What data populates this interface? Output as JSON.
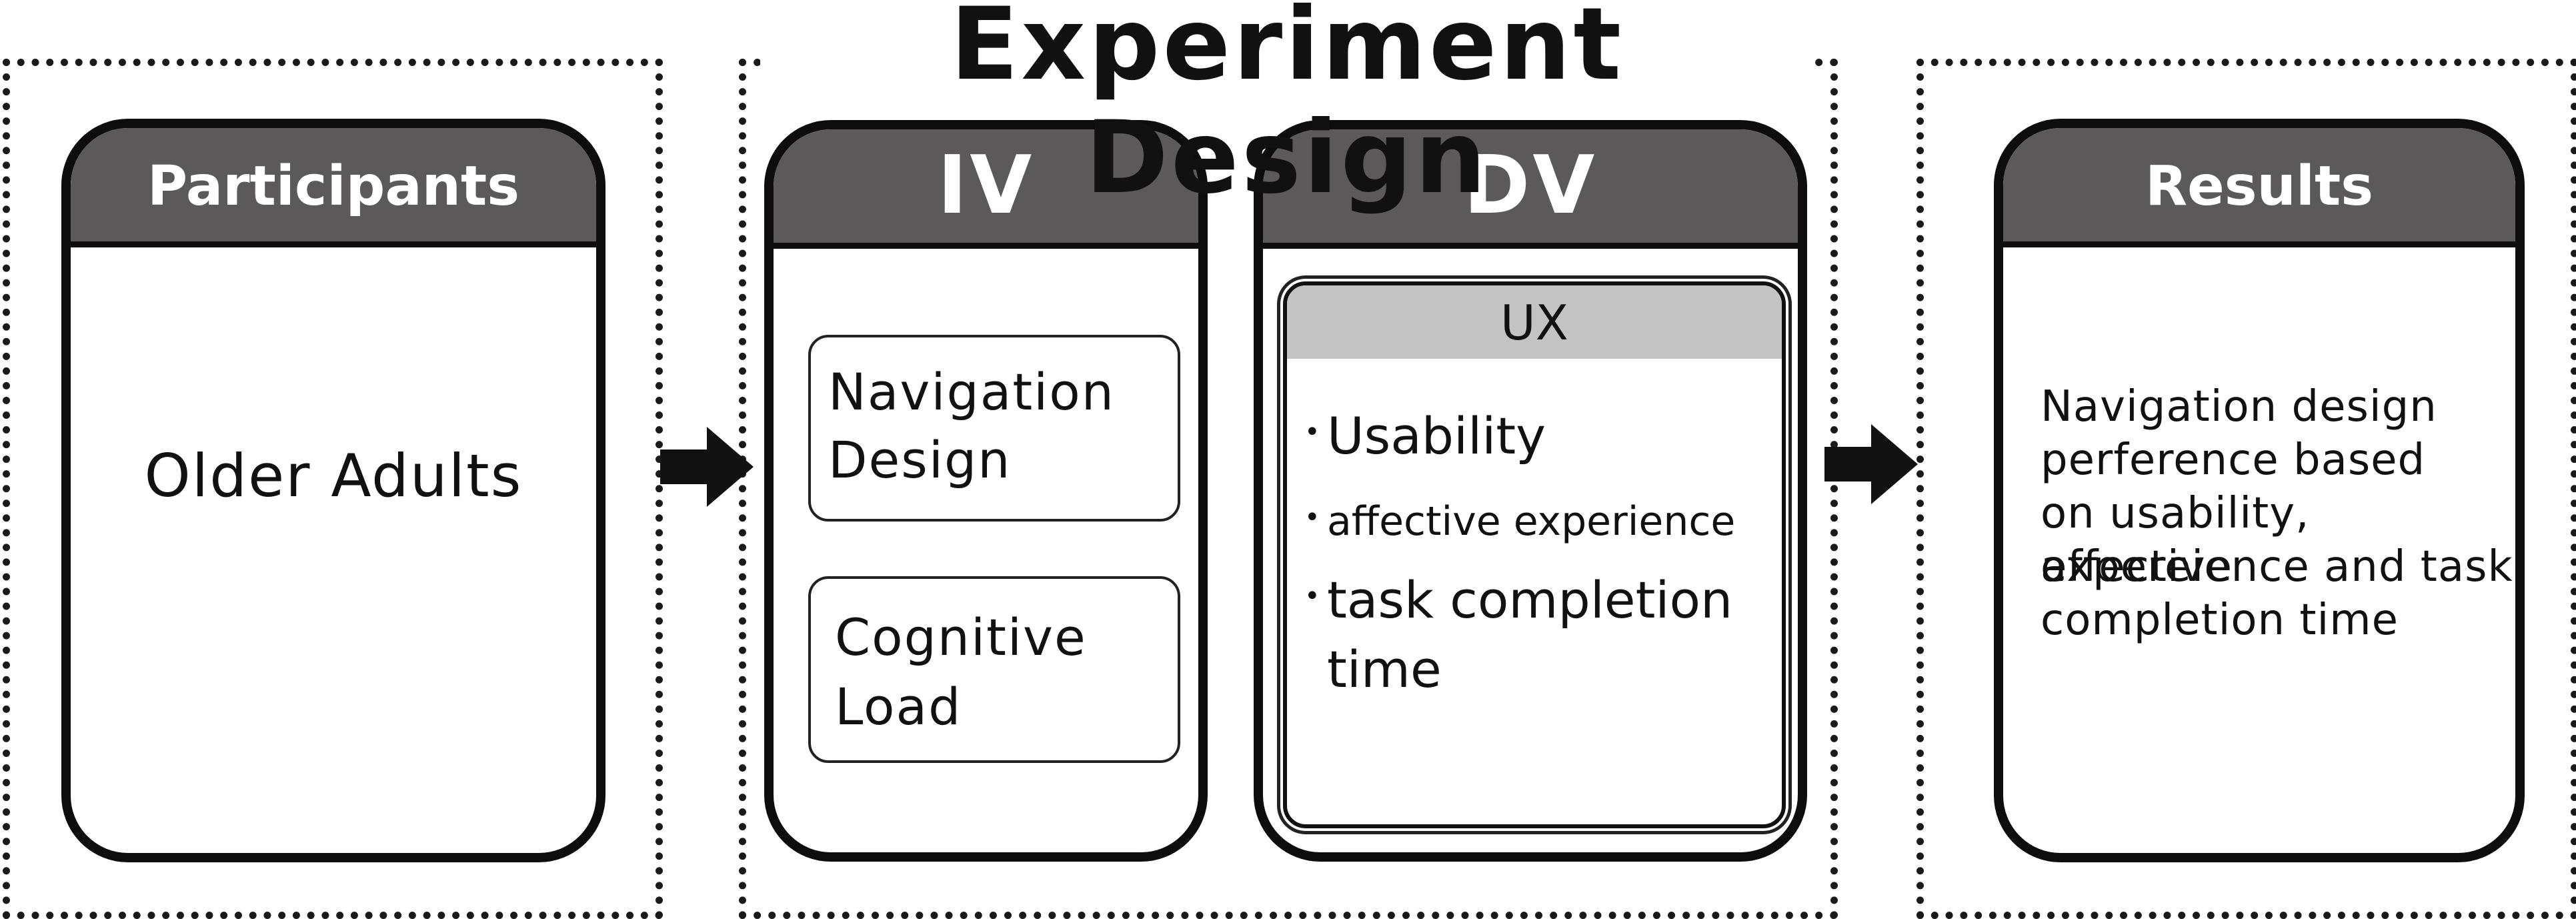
{
  "title": "Experiment Design",
  "participants": {
    "header": "Participants",
    "body": "Older Adults"
  },
  "iv": {
    "header": "IV",
    "items": [
      {
        "line1": "Navigation",
        "line2": "Design"
      },
      {
        "line1": "Cognitive",
        "line2": "Load"
      }
    ]
  },
  "dv": {
    "header": "DV",
    "panel_title": "UX",
    "bullets": [
      "Usability",
      "affective experience",
      "task completion",
      "time"
    ]
  },
  "results": {
    "header": "Results",
    "lines": [
      "Navigation design",
      "perference based",
      "on usability, affective",
      "expereience and task",
      "completion time"
    ]
  },
  "colors": {
    "header_fill": "#5c595a",
    "ux_header_fill": "#c3c3c3",
    "stroke": "#0d0d0d"
  },
  "icons": [
    "arrow-right-icon",
    "arrow-right-icon"
  ]
}
